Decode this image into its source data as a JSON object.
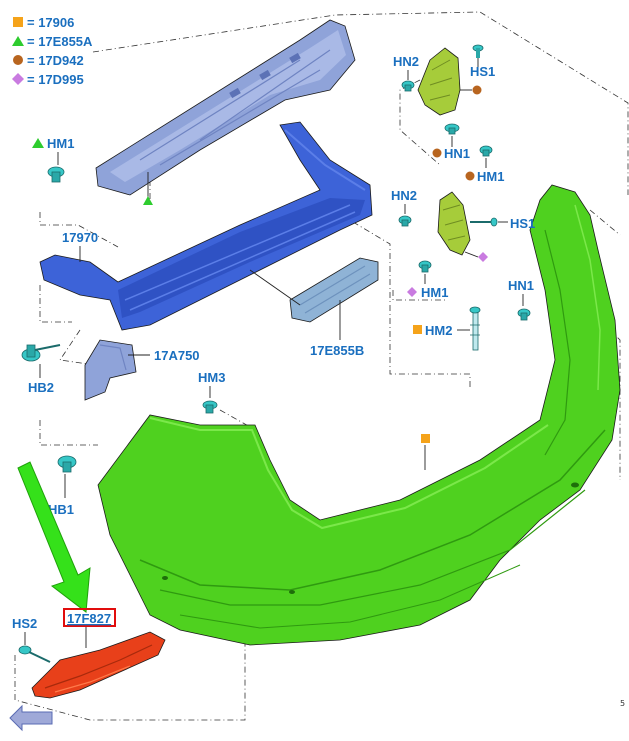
{
  "legend": [
    {
      "symbol": "square",
      "color": "#f5a31a",
      "text": "= 17906"
    },
    {
      "symbol": "triangle",
      "color": "#2ecc2e",
      "text": "= 17E855A"
    },
    {
      "symbol": "circle",
      "color": "#b8651f",
      "text": "= 17D942"
    },
    {
      "symbol": "diamond",
      "color": "#c97be0",
      "text": "= 17D995"
    }
  ],
  "labels": {
    "hm1_left": "HM1",
    "p17970": "17970",
    "p17a750": "17A750",
    "p17e855b": "17E855B",
    "hb2": "HB2",
    "hb1": "HB1",
    "hm3": "HM3",
    "hs2": "HS2",
    "p17f827": "17F827",
    "hn2_top": "HN2",
    "hs1_top": "HS1",
    "hn1_top": "HN1",
    "hm1_top": "HM1",
    "hn2_mid": "HN2",
    "hs1_mid": "HS1",
    "hm1_mid": "HM1",
    "hn1_right": "HN1",
    "hm2": "HM2"
  },
  "colors": {
    "bumper": "#4fd11f",
    "reinforcement": "#3d63d8",
    "upper_beam": "#8fa3d9",
    "absorber": "#8fb3d6",
    "brackets": "#a6cc3a",
    "reflector": "#e8401a",
    "highlight": "#e10d0d",
    "arrow": "#35e11a",
    "label_blue": "#1a6fbf"
  },
  "page_marker": "5"
}
